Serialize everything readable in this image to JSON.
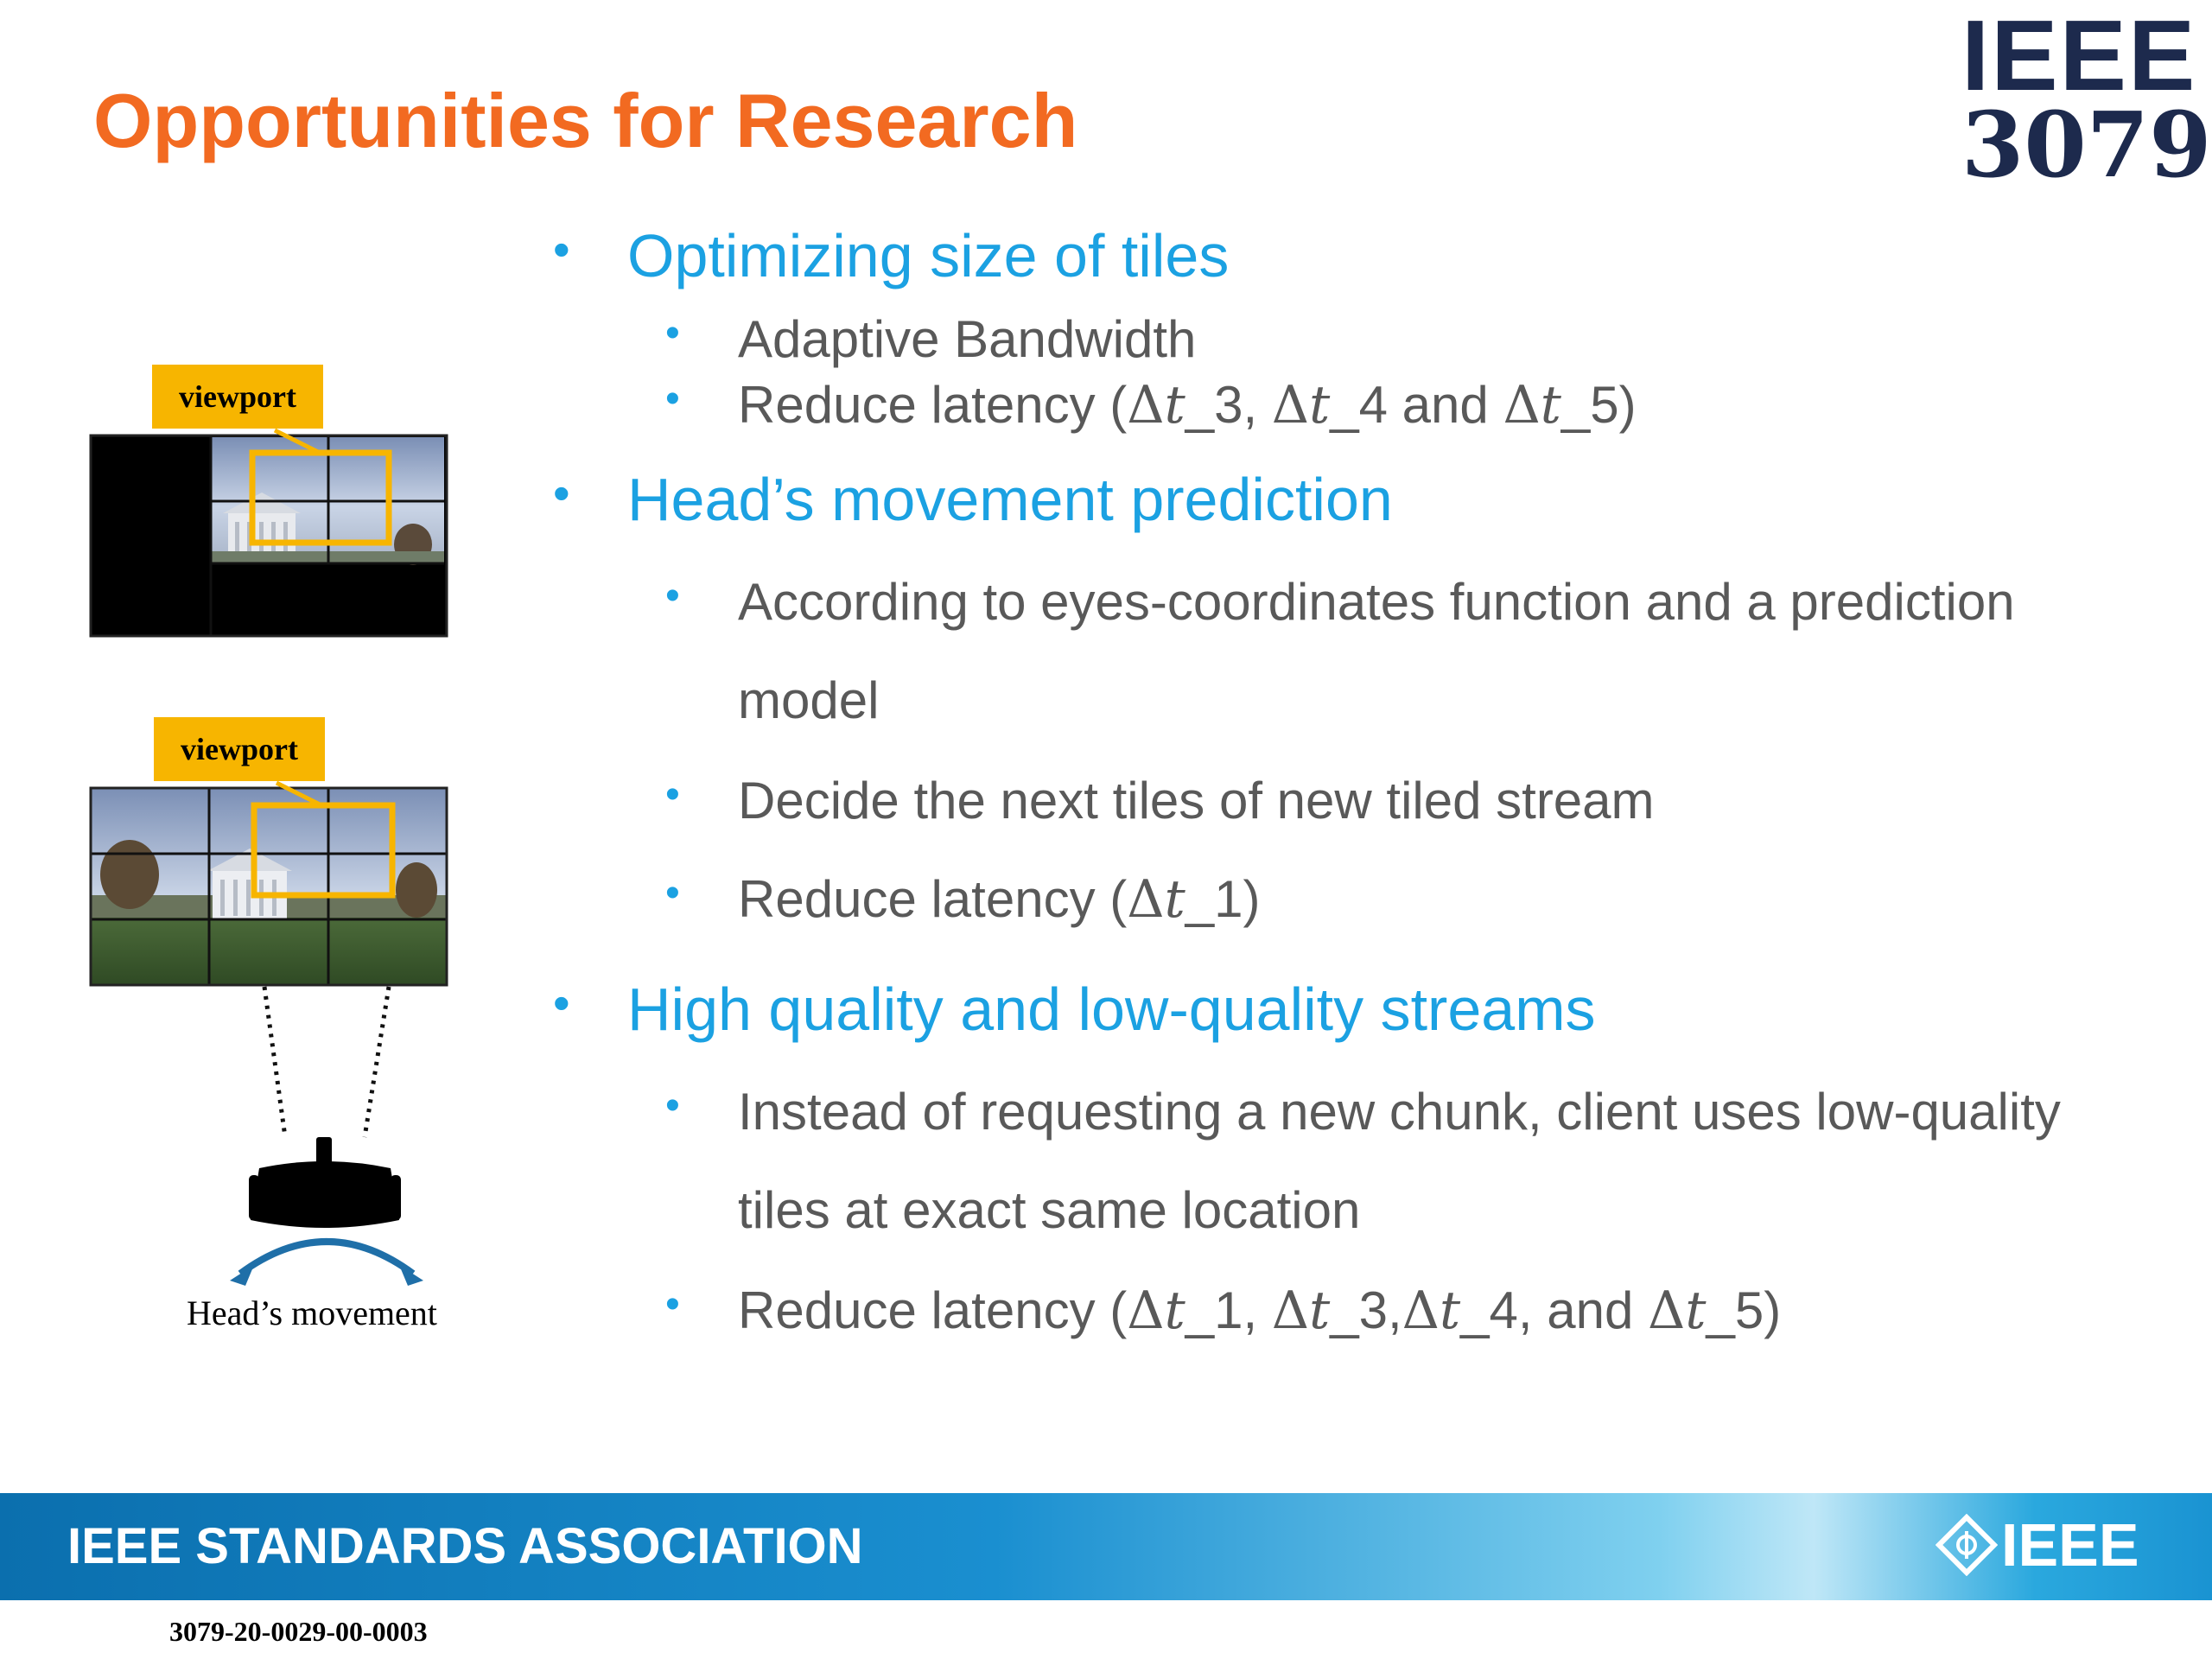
{
  "title": "Opportunities for Research",
  "logo": {
    "line1": "IEEE",
    "line2": "3079"
  },
  "bullets": [
    {
      "text": "Optimizing size of tiles",
      "sub": [
        {
          "parts": [
            "Adaptive Bandwidth"
          ]
        },
        {
          "parts": [
            "Reduce latency (",
            "Δ",
            "t",
            "_3, ",
            "Δ",
            "t",
            "_4 and ",
            "Δ",
            "t",
            "_5)"
          ]
        }
      ]
    },
    {
      "text": "Head’s movement prediction",
      "sub": [
        {
          "parts": [
            "According to eyes-coordinates function and a prediction"
          ]
        },
        {
          "parts": [
            "model"
          ]
        },
        {
          "parts": [
            "Decide the next tiles of new tiled stream"
          ]
        },
        {
          "parts": [
            "Reduce latency (",
            "Δ",
            "t",
            "_1)"
          ]
        }
      ]
    },
    {
      "text": "High quality and low-quality streams",
      "sub": [
        {
          "parts": [
            "Instead of requesting a new chunk, client uses low-quality"
          ]
        },
        {
          "parts": [
            "tiles at exact same location"
          ]
        },
        {
          "parts": [
            "Reduce latency (",
            "Δ",
            "t",
            "_1, ",
            "Δ",
            "t",
            "_3,",
            "Δ",
            "t",
            "_4, and ",
            "Δ",
            "t",
            "_5)"
          ]
        }
      ]
    }
  ],
  "figure": {
    "viewport_label_top": "viewport",
    "viewport_label_bottom": "viewport",
    "caption": "Head’s movement"
  },
  "footer": {
    "org": "IEEE STANDARDS ASSOCIATION",
    "brand": "IEEE",
    "doc_id": "3079-20-0029-00-0003"
  },
  "colors": {
    "title": "#f26a21",
    "bullet_main": "#1ba1e2",
    "bullet_sub": "#595959",
    "viewport": "#f7b500"
  }
}
